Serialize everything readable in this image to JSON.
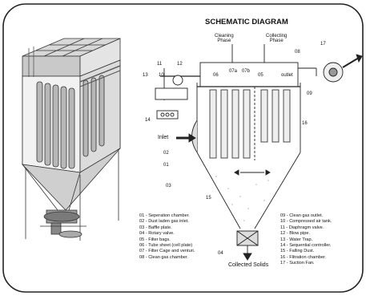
{
  "title": "SCHEMATIC DIAGRAM",
  "phases": {
    "cleaning": [
      "Cleaning",
      "Phase"
    ],
    "collecting": [
      "Collecting",
      "Phase"
    ]
  },
  "labels": {
    "outlet": "outlet",
    "inlet": "Inlet",
    "collected": "Collected Solids",
    "n01": "01",
    "n02": "02",
    "n03": "03",
    "n04": "04",
    "n05": "05",
    "n06": "06",
    "n07a": "07a",
    "n07b": "07b",
    "n08": "08",
    "n09": "09",
    "n11": "11",
    "n12": "12",
    "n13": "13",
    "n10": "10",
    "n14": "14",
    "n15": "15",
    "n16": "16",
    "n17": "17"
  },
  "legend_left": [
    "01 - Seperation chamber.",
    "02 - Dust laden gas inlet.",
    "03 - Baffle plate.",
    "04 - Rotary valve.",
    "05 - Filter bags.",
    "06 - Tube sheet (cell plate)",
    "07 - Filter Cage and venturi.",
    "08 - Clean gas chamber."
  ],
  "legend_right": [
    "09 - Clean gas outlet.",
    "10 - Compressed air tank.",
    "11 - Diaphragm valve.",
    "12 - Blow pipe.",
    "13 - Water Trap.",
    "14 - Sequential controller.",
    "15 - Falling Dust.",
    "16 - Flitration chamber.",
    "17 - Suction Fan."
  ]
}
